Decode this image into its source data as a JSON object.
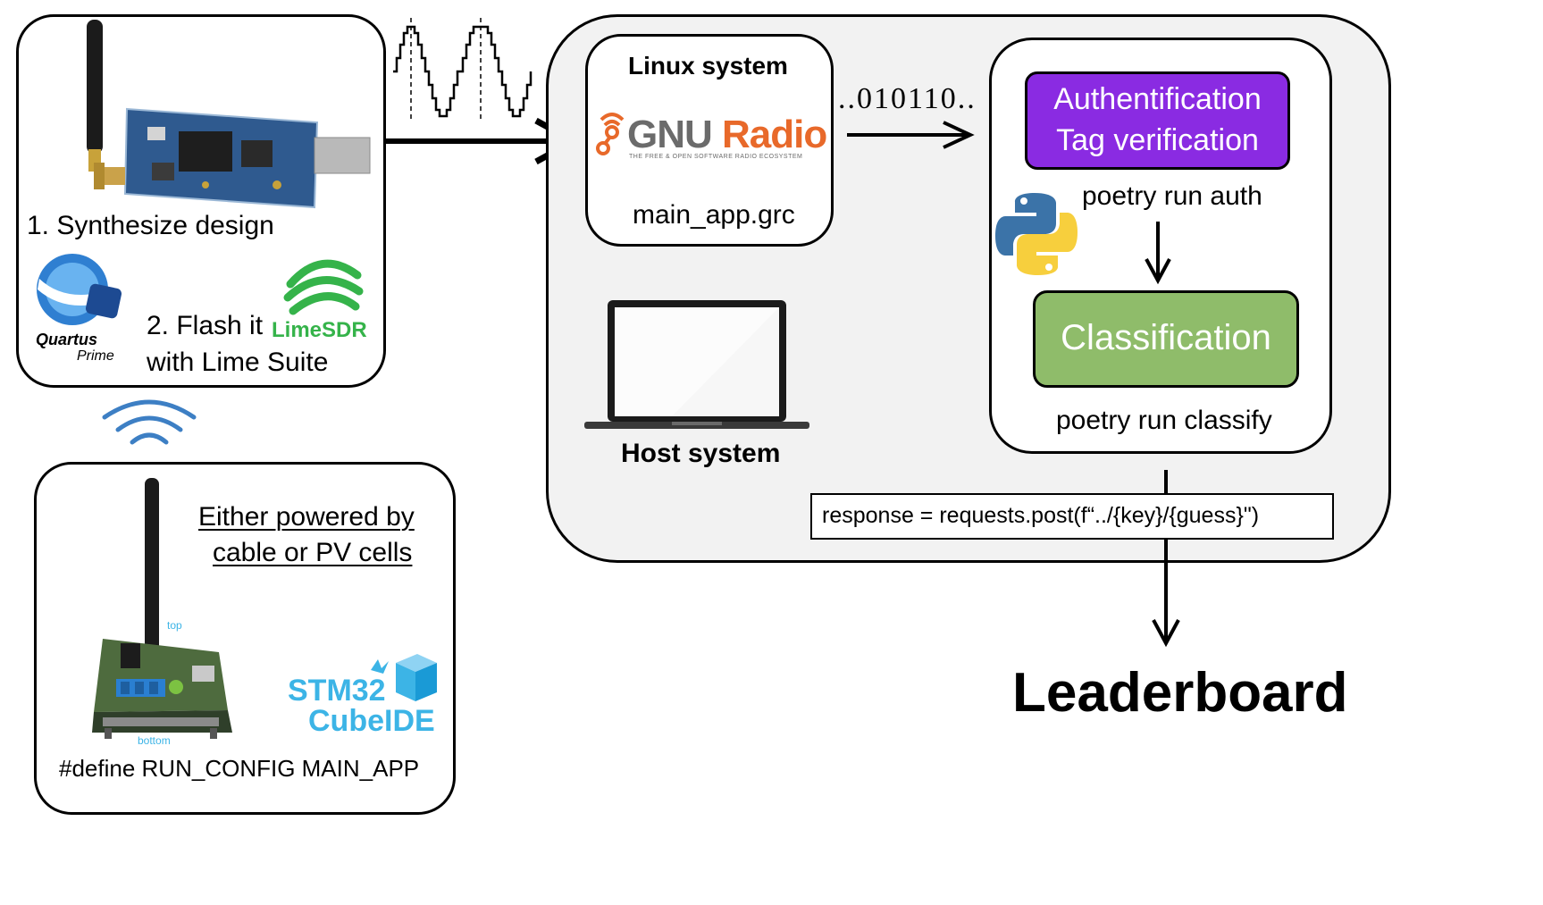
{
  "lime_panel": {
    "step1": "1. Synthesize design",
    "step2_line1": "2. Flash it",
    "step2_line2": "with Lime Suite",
    "quartus_logo_text": "Quartus",
    "quartus_logo_sub": "Prime",
    "limesdr_logo_text": "LimeSDR"
  },
  "binary_stream": "..010110..",
  "host": {
    "linux_title": "Linux system",
    "gnuradio_logo": "GNURadio",
    "gnuradio_tagline": "THE FREE & OPEN SOFTWARE RADIO ECOSYSTEM",
    "grc_file": "main_app.grc",
    "host_label": "Host system",
    "auth_box_line1": "Authentification",
    "auth_box_line2": "Tag verification",
    "auth_cmd": "poetry run auth",
    "classify_box": "Classification",
    "classify_cmd": "poetry run classify",
    "response_code": "response = requests.post(f“../{key}/{guess}\")"
  },
  "leaderboard": "Leaderboard",
  "device_panel": {
    "power_line1": "Either powered by",
    "power_line2": "cable or PV cells",
    "board_top_label": "top",
    "board_bottom_label": "bottom",
    "stm32_line1": "STM32",
    "stm32_line2": "CubeIDE",
    "define_line": "#define RUN_CONFIG MAIN_APP"
  },
  "colors": {
    "auth_box": "#8a2be2",
    "classify_box": "#8fbc6a",
    "host_bg": "#f2f2f2",
    "gnuradio_orange": "#e8692a",
    "gnuradio_gray": "#6b6b6b",
    "limesdr_green": "#35b34a",
    "stm32_blue": "#3cb4e6",
    "wifi_blue": "#3d7fc4"
  }
}
